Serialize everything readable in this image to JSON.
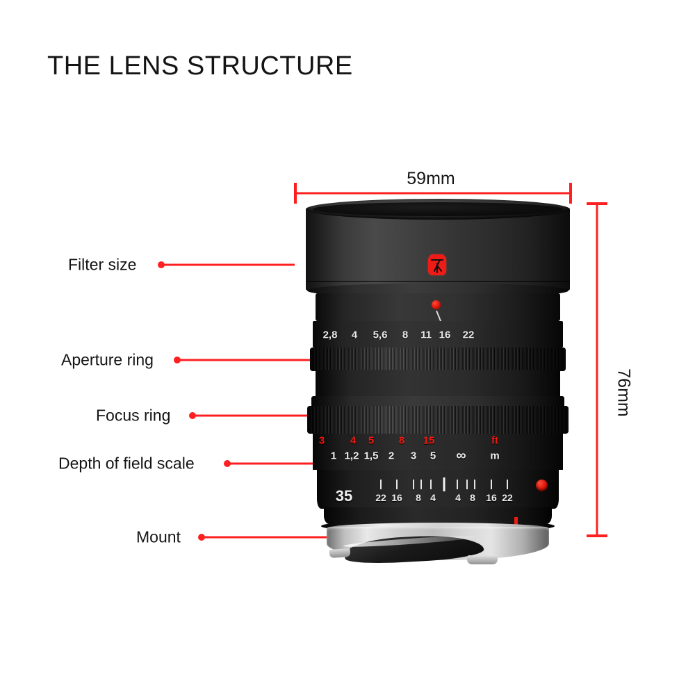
{
  "page": {
    "title": "THE LENS STRUCTURE",
    "background_color": "#ffffff",
    "accent_color": "#fe2020",
    "text_color": "#141414"
  },
  "dimensions": {
    "width_label": "59mm",
    "height_label": "76mm"
  },
  "callouts": [
    {
      "id": "filter-size",
      "label": "Filter size"
    },
    {
      "id": "aperture-ring",
      "label": "Aperture ring"
    },
    {
      "id": "focus-ring",
      "label": "Focus ring"
    },
    {
      "id": "depth-of-field",
      "label": "Depth of field scale"
    },
    {
      "id": "mount",
      "label": "Mount"
    }
  ],
  "lens": {
    "brand_logo": "7artisans-logo-icon",
    "aperture_scale": {
      "values": [
        "2,8",
        "4",
        "5,6",
        "8",
        "11",
        "16",
        "22"
      ],
      "index_marker": "red-dot"
    },
    "distance_scale": {
      "feet_unit": "ft",
      "meters_unit": "m",
      "feet_values": [
        "3",
        "4",
        "5",
        "8",
        "15"
      ],
      "meter_values": [
        "1",
        "1,2",
        "1,5",
        "2",
        "3",
        "5",
        "∞"
      ]
    },
    "dof_scale": {
      "focal_length": "35",
      "left_values": [
        "22",
        "16",
        "8",
        "4"
      ],
      "right_values": [
        "4",
        "8",
        "16",
        "22"
      ]
    },
    "mount_index": "red-dot"
  }
}
